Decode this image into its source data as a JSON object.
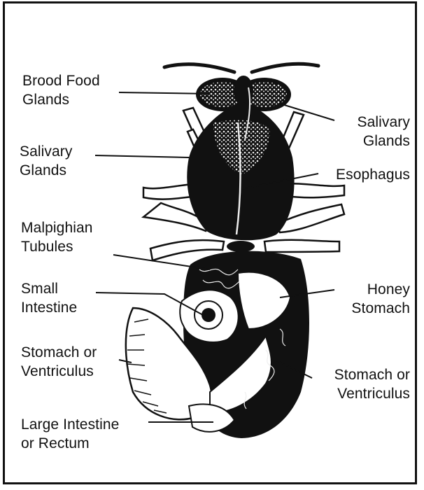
{
  "labels": {
    "brood_food": [
      "Brood Food",
      "Glands"
    ],
    "salivary_left": [
      "Salivary",
      "Glands"
    ],
    "malpighian": [
      "Malpighian",
      "Tubules"
    ],
    "small_intestine": [
      "Small",
      "Intestine"
    ],
    "stomach_left": [
      "Stomach or",
      "Ventriculus"
    ],
    "large_intestine": [
      "Large Intestine",
      "or Rectum"
    ],
    "salivary_right": [
      "Salivary",
      "Glands"
    ],
    "esophagus": "Esophagus",
    "honey_stomach": [
      "Honey",
      "Stomach"
    ],
    "stomach_right": [
      "Stomach or",
      "Ventriculus"
    ]
  },
  "colors": {
    "ink": "#111111",
    "paper": "#ffffff",
    "gland_texture": "#eeeeee"
  }
}
